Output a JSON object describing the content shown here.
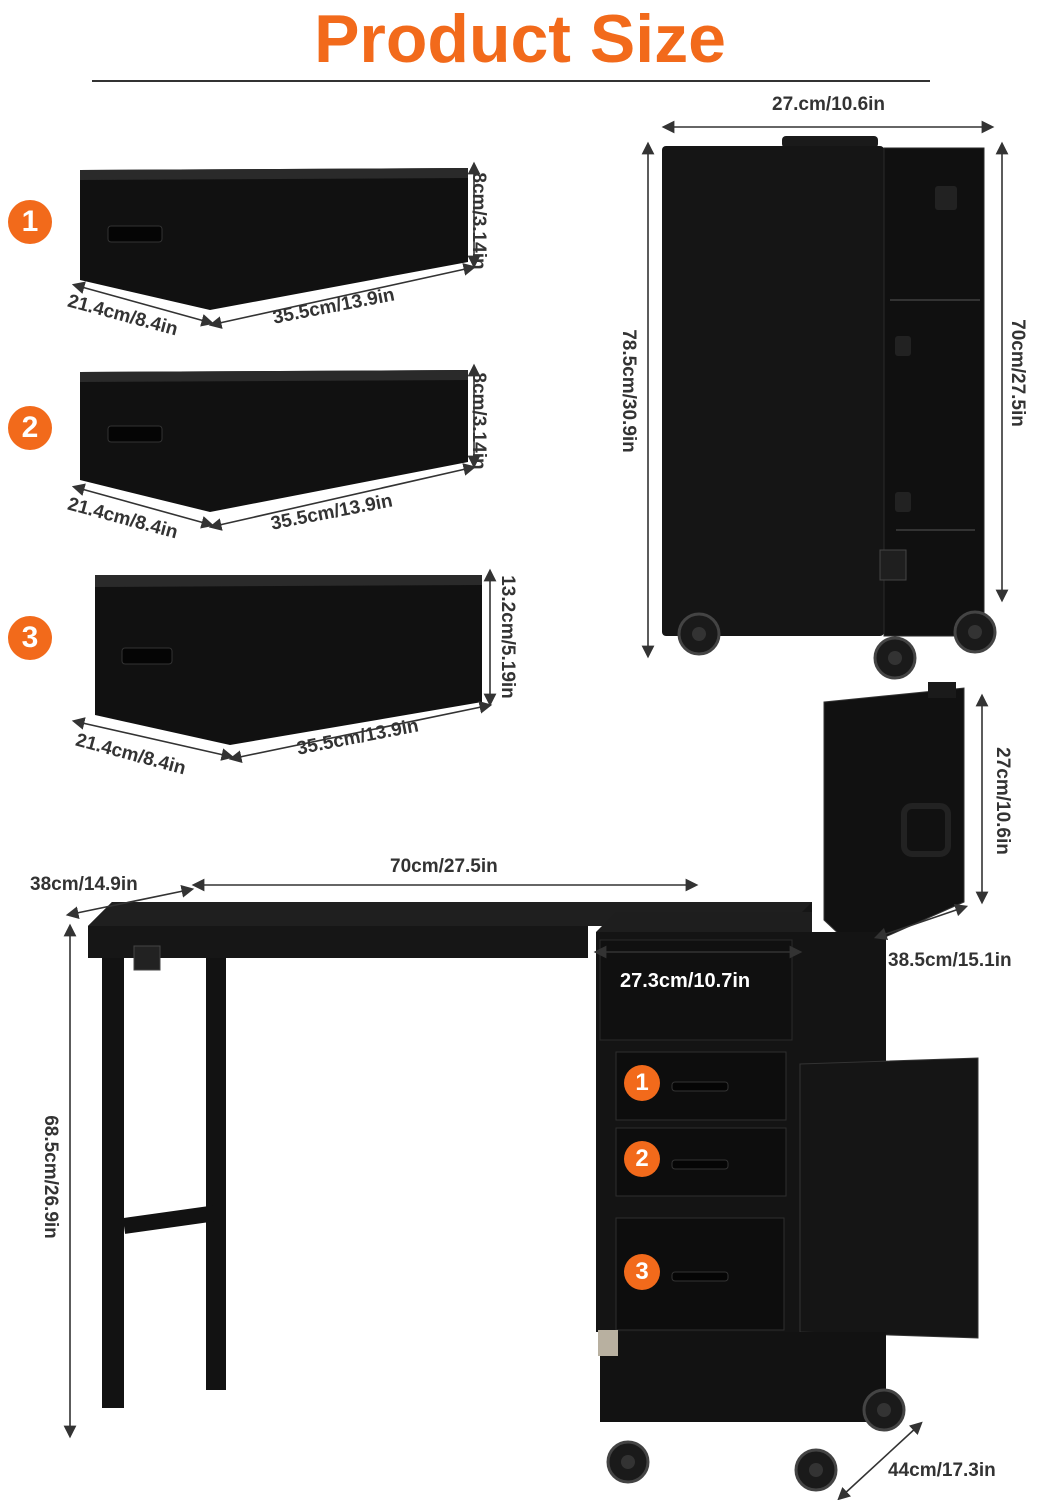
{
  "title": "Product Size",
  "drawers": [
    {
      "number": "1",
      "height": "8cm/3.14in",
      "depth": "21.4cm/8.4in",
      "width": "35.5cm/13.9in"
    },
    {
      "number": "2",
      "height": "8cm/3.14in",
      "depth": "21.4cm/8.4in",
      "width": "35.5cm/13.9in"
    },
    {
      "number": "3",
      "height": "13.2cm/5.19in",
      "depth": "21.4cm/8.4in",
      "width": "35.5cm/13.9in"
    }
  ],
  "case_closed": {
    "width": "27.cm/10.6in",
    "total_height": "78.5cm/30.9in",
    "body_height": "70cm/27.5in"
  },
  "desk_open": {
    "table_depth": "38cm/14.9in",
    "table_length": "70cm/27.5in",
    "lid_height": "27cm/10.6in",
    "side_depth": "38.5cm/15.1in",
    "top_width": "27.3cm/10.7in",
    "leg_height": "68.5cm/26.9in",
    "base_depth": "44cm/17.3in",
    "drawer_badges": [
      "1",
      "2",
      "3"
    ]
  },
  "colors": {
    "accent": "#f26a1b",
    "product": "#141414",
    "text": "#333333"
  }
}
